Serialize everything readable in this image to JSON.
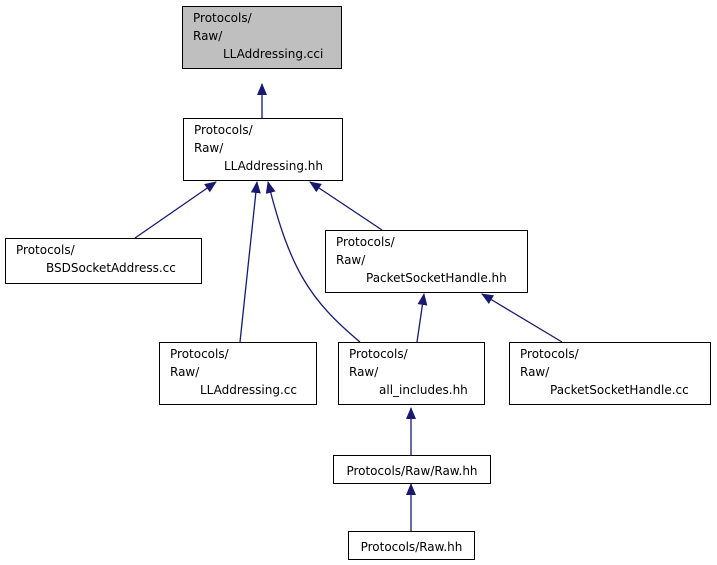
{
  "colors": {
    "edge": "#191970",
    "root_fill": "#bfbfbf",
    "node_fill": "#ffffff",
    "border": "#000000"
  },
  "nodes": {
    "ll_cci": {
      "lines": [
        "Protocols/",
        "Raw/",
        "LLAddressing.cci"
      ]
    },
    "ll_hh": {
      "lines": [
        "Protocols/",
        "Raw/",
        "LLAddressing.hh"
      ]
    },
    "bsd_cc": {
      "lines": [
        "Protocols/",
        "BSDSocketAddress.cc"
      ]
    },
    "psh_hh": {
      "lines": [
        "Protocols/",
        "Raw/",
        "PacketSocketHandle.hh"
      ]
    },
    "ll_cc": {
      "lines": [
        "Protocols/",
        "Raw/",
        "LLAddressing.cc"
      ]
    },
    "all_hh": {
      "lines": [
        "Protocols/",
        "Raw/",
        "all_includes.hh"
      ]
    },
    "psh_cc": {
      "lines": [
        "Protocols/",
        "Raw/",
        "PacketSocketHandle.cc"
      ]
    },
    "raw_raw_hh": {
      "label": "Protocols/Raw/Raw.hh"
    },
    "raw_hh": {
      "label": "Protocols/Raw.hh"
    }
  }
}
